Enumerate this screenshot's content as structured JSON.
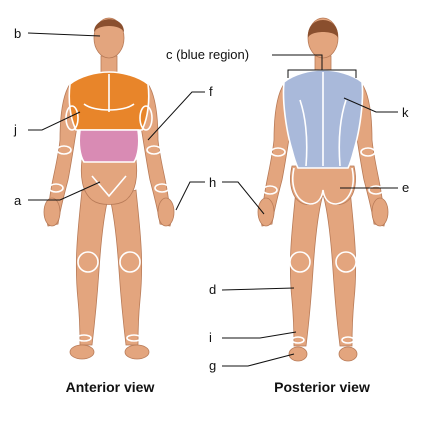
{
  "labels": {
    "a": "a",
    "b": "b",
    "c": "c (blue region)",
    "d": "d",
    "e": "e",
    "f": "f",
    "g": "g",
    "h": "h",
    "i": "i",
    "j": "j",
    "k": "k"
  },
  "captions": {
    "anterior": "Anterior view",
    "posterior": "Posterior view"
  },
  "colors": {
    "thorax_orange": "#e8852a",
    "abdomen_pink": "#d98bb4",
    "back_blue": "#a9b9da",
    "skin": "#e3a57e",
    "outline": "#ffffff"
  }
}
